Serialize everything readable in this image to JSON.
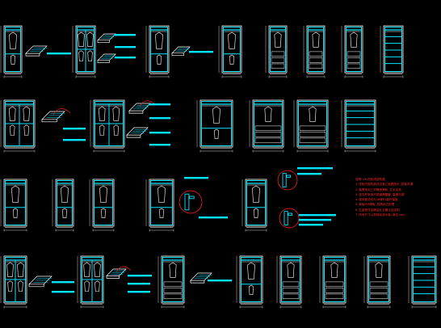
{
  "drawing": {
    "background": "#000000",
    "colors": {
      "outline": "#ffffff",
      "cabinet": "#00e5ff",
      "leader": "#ff2020",
      "label_block": "#00e5ff",
      "notes_text": "#ff2020",
      "dimension": "#ffffff"
    },
    "rows": [
      {
        "row": 1,
        "views": [
          "cabinet-elevation",
          "drawer-iso",
          "cabinet-elevation",
          "drawer-iso",
          "cabinet-elevation",
          "drawer-iso",
          "cabinet-elevation",
          "cabinet-elevation",
          "cabinet-elevation",
          "cabinet-elevation",
          "cabinet-elevation"
        ]
      },
      {
        "row": 2,
        "views": [
          "cabinet-elevation",
          "drawer-iso",
          "cabinet-elevation",
          "drawer-iso",
          "cabinet-elevation",
          "cabinet-elevation",
          "cabinet-elevation",
          "cabinet-elevation"
        ]
      },
      {
        "row": 3,
        "views": [
          "cabinet-elevation",
          "cabinet-elevation",
          "cabinet-elevation",
          "cabinet-elevation",
          "detail-callout",
          "cabinet-elevation",
          "detail-callout"
        ]
      },
      {
        "row": 4,
        "views": [
          "cabinet-elevation",
          "drawer-iso",
          "cabinet-elevation",
          "drawer-iso",
          "cabinet-elevation",
          "drawer-iso",
          "cabinet-elevation",
          "cabinet-elevation",
          "cabinet-elevation",
          "cabinet-elevation",
          "cabinet-elevation"
        ]
      }
    ],
    "notes": {
      "title": "说明:(Ⅱ)衣柜内部构造",
      "lines": [
        "1.衣柜内部构造详见各立面图所示,层板可调",
        "2.抽屉采用三节静音滑轨,拉手另选",
        "3.挂衣杆采用不锈钢椭圆管,高度可调",
        "4.柜体板材均为18厚E1级环保板",
        "5.背板为9厚板,四周封边处理",
        "6.五金配件品牌由业主确认后定购",
        "7.所有尺寸以现场实测为准(单位:mm)"
      ]
    }
  }
}
